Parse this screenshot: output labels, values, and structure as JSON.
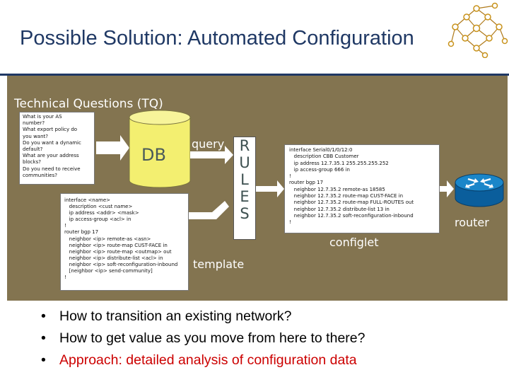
{
  "slide": {
    "title": "Possible Solution: Automated Configuration",
    "panel_label": "Technical Questions (TQ)",
    "tq_lines": [
      "What is your AS",
      "number?",
      "What export policy do",
      "you want?",
      "Do you want a dynamic",
      "default?",
      "What are your address",
      "blocks?",
      "Do you need to receive",
      "communities?"
    ],
    "db_label": "DB",
    "query_label": "query",
    "rules_letters": [
      "R",
      "U",
      "L",
      "E",
      "S"
    ],
    "template_lines": [
      "interface <name>",
      "   description <cust name>",
      "   ip address <addr> <mask>",
      "   ip access-group <acl> in",
      "!",
      "router bgp 17",
      "   neighbor <ip> remote-as <asn>",
      "   neighbor <ip> route-map CUST-FACE in",
      "   neighbor <ip> route-map <outmap> out",
      "   neighbor <ip> distribute-list <acl> in",
      "   neighbor <ip> soft-reconfiguration-inbound",
      "   [neighbor <ip> send-community]",
      "!"
    ],
    "template_label": "template",
    "configlet_lines": [
      "interface Serial0/1/0/12:0",
      "   description CBB Customer",
      "   ip address 12.7.35.1 255.255.255.252",
      "   ip access-group 666 in",
      "!",
      "router bgp 17",
      "   neighbor 12.7.35.2 remote-as 18585",
      "   neighbor 12.7.35.2 route-map CUST-FACE in",
      "   neighbor 12.7.35.2 route-map FULL-ROUTES out",
      "   neighbor 12.7.35.2 distribute-list 13 in",
      "   neighbor 12.7.35.2 soft-reconfiguration-inbound",
      "!"
    ],
    "configlet_label": "configlet",
    "router_label": "router",
    "bullets": [
      {
        "dot": "•",
        "text": "How to transition an existing network?"
      },
      {
        "dot": "•",
        "text": "How to get value as you move from here to there?"
      },
      {
        "dot": "•",
        "text": "Approach: detailed analysis of configuration data"
      }
    ]
  },
  "icons": {
    "logo": "network-graph-icon",
    "db": "database-cylinder-icon",
    "router": "router-icon"
  },
  "colors": {
    "title": "#1f3864",
    "panel": "#837450",
    "db_fill": "#f3ef70",
    "router": "#0d6db0",
    "highlight_bullet": "#cc0000"
  }
}
